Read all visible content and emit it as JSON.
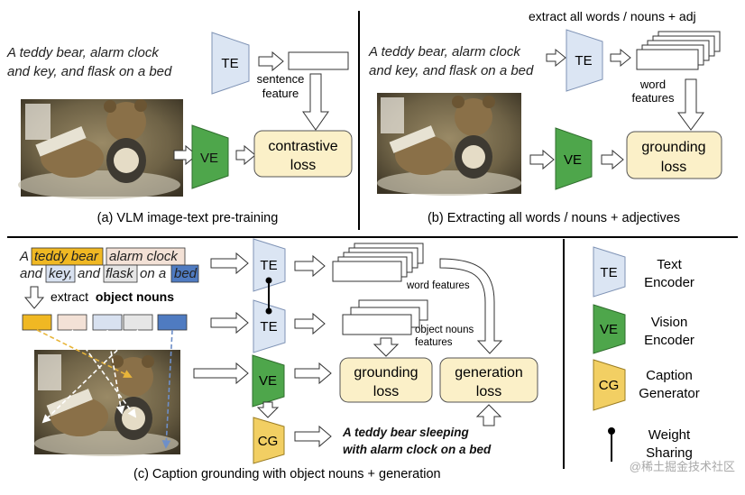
{
  "colors": {
    "text_encoder": "#dbe5f3",
    "vision_encoder": "#4ea64b",
    "caption_generator": "#f2cf63",
    "loss_box": "#fbf0c8",
    "noun_teddy_bear": "#f0b823",
    "noun_alarm_clock": "#f3e1d6",
    "noun_key": "#d8e1f0",
    "noun_flask": "#e6e6e6",
    "noun_bed": "#4f7bc1"
  },
  "panel_a": {
    "caption_line1": "A teddy bear, alarm clock",
    "caption_line2": "and key, and flask on a bed",
    "te_label": "TE",
    "ve_label": "VE",
    "sentence_feature_line1": "sentence",
    "sentence_feature_line2": "feature",
    "loss_line1": "contrastive",
    "loss_line2": "loss",
    "title": "(a) VLM image-text pre-training"
  },
  "panel_b": {
    "header": "extract all words / nouns + adj",
    "caption_line1": "A teddy bear, alarm clock",
    "caption_line2": "and key, and flask on a bed",
    "te_label": "TE",
    "ve_label": "VE",
    "word_features_line1": "word",
    "word_features_line2": "features",
    "loss_line1": "grounding",
    "loss_line2": "loss",
    "title": "(b) Extracting all words / nouns + adjectives"
  },
  "panel_c": {
    "caption_A": "A",
    "noun_teddy_bear": "teddy bear",
    "noun_alarm_clock": "alarm clock",
    "word_and1": "and",
    "noun_key": "key,",
    "word_and2": "and",
    "noun_flask": "flask",
    "word_on_a": "on a",
    "noun_bed": "bed",
    "extract_prefix": "extract",
    "extract_bold": "object nouns",
    "te_label": "TE",
    "ve_label": "VE",
    "cg_label": "CG",
    "word_features": "word features",
    "object_nouns_line1": "object nouns",
    "object_nouns_line2": "features",
    "grounding_line1": "grounding",
    "grounding_line2": "loss",
    "generation_line1": "generation",
    "generation_line2": "loss",
    "generated_line1": "A teddy bear sleeping",
    "generated_line2": "with alarm clock on a bed",
    "title": "(c) Caption grounding with object nouns + generation"
  },
  "legend": {
    "te_label": "TE",
    "te_text_line1": "Text",
    "te_text_line2": "Encoder",
    "ve_label": "VE",
    "ve_text_line1": "Vision",
    "ve_text_line2": "Encoder",
    "cg_label": "CG",
    "cg_text_line1": "Caption",
    "cg_text_line2": "Generator",
    "ws_text_line1": "Weight",
    "ws_text_line2": "Sharing"
  },
  "watermark": "@稀土掘金技术社区"
}
